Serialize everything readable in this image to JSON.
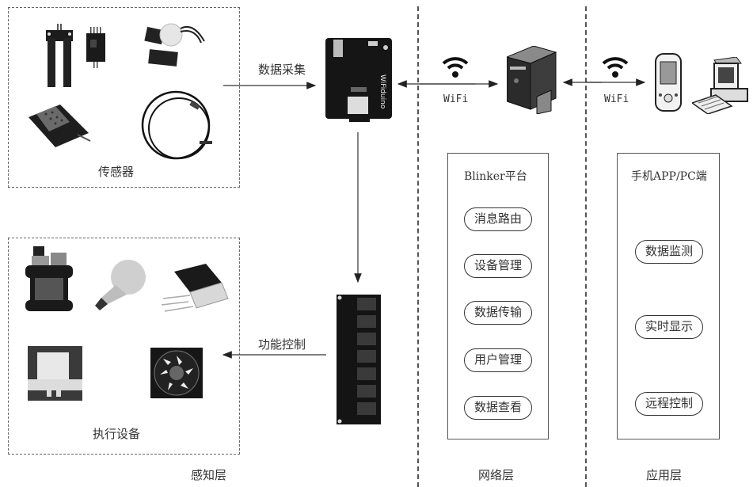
{
  "layers": {
    "perception": "感知层",
    "network": "网络层",
    "application": "应用层"
  },
  "perception": {
    "sensors_group_label": "传感器",
    "sensors": [
      "soil-moisture-probe",
      "sensor-module",
      "light-sensor-set",
      "dht-sensor",
      "temperature-probe-cable"
    ],
    "actuators_group_label": "执行设备",
    "actuators": [
      "water-pump",
      "light-bulb",
      "heater",
      "solenoid-valve",
      "cooling-fan"
    ],
    "controller_label": "WiFiduino",
    "relay_board": "relay-module"
  },
  "arrows": {
    "data_collection": "数据采集",
    "function_control": "功能控制",
    "wifi_left": "WiFi",
    "wifi_right": "WiFi"
  },
  "platform": {
    "title": "Blinker平台",
    "functions": [
      "消息路由",
      "设备管理",
      "数据传输",
      "用户管理",
      "数据查看"
    ]
  },
  "client": {
    "title": "手机APP/PC端",
    "functions": [
      "数据监测",
      "实时显示",
      "远程控制"
    ]
  }
}
